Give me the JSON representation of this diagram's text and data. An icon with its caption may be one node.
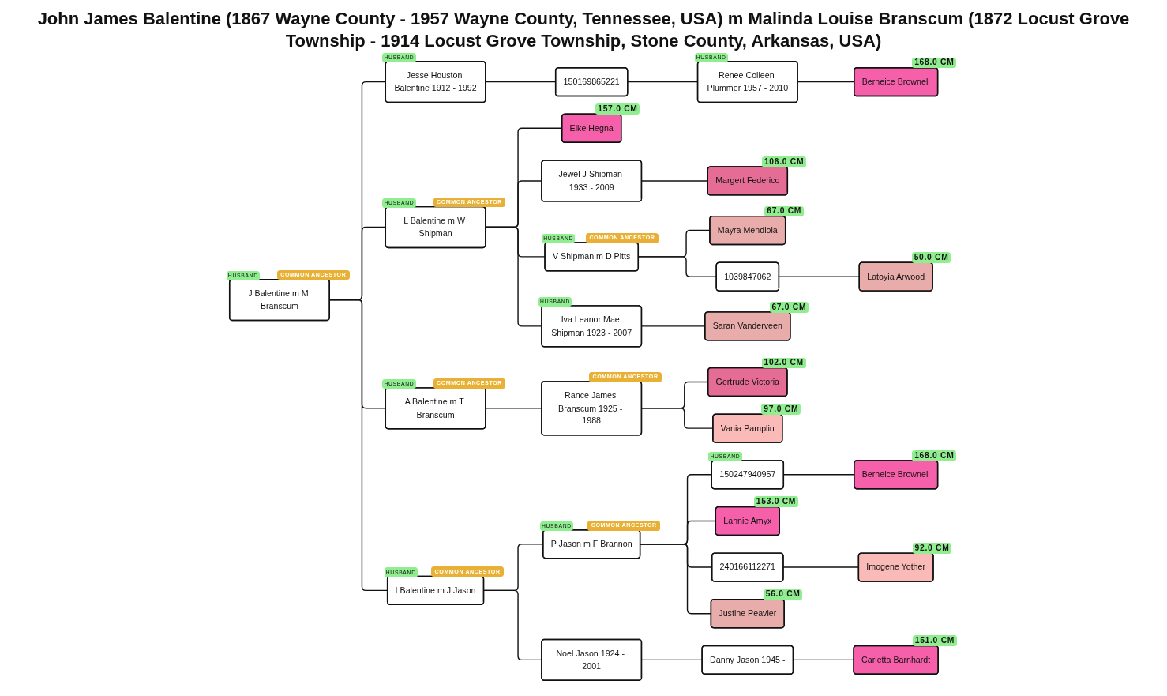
{
  "diagram": {
    "title": "John James Balentine (1867 Wayne County - 1957 Wayne County, Tennessee, USA) m Malinda Louise Branscum (1872 Locust Grove Township - 1914 Locust Grove Township, Stone County, Arkansas, USA)",
    "nodes": [
      {
        "text": [
          "J Balentine m M Branscum"
        ],
        "beside": [
          "HUSBAND",
          "COMMON ANCESTOR"
        ]
      },
      {
        "text": [
          "Jesse Houston Balentine 1912 - 1992"
        ],
        "beside": [
          "HUSBAND"
        ]
      },
      {
        "text": [
          "150169865221"
        ]
      },
      {
        "text": [
          "Renee Colleen Plummer 1957 - 2010"
        ],
        "beside": [
          "HUSBAND"
        ]
      },
      {
        "text": [
          "Berneice Brownell"
        ],
        "beside": [
          "168.0 CM"
        ]
      },
      {
        "text": [
          "L Balentine m W Shipman"
        ],
        "beside": [
          "HUSBAND",
          "COMMON ANCESTOR"
        ]
      },
      {
        "text": [
          "Elke Hegna"
        ],
        "beside": [
          "157.0 CM"
        ]
      },
      {
        "text": [
          "Jewel J Shipman 1933 - 2009"
        ]
      },
      {
        "text": [
          "Margert Federico"
        ],
        "beside": [
          "106.0 CM"
        ]
      },
      {
        "text": [
          "V Shipman m D Pitts"
        ],
        "beside": [
          "HUSBAND",
          "COMMON ANCESTOR"
        ]
      },
      {
        "text": [
          "Mayra Mendiola"
        ],
        "beside": [
          "67.0 CM"
        ]
      },
      {
        "text": [
          "1039847062"
        ]
      },
      {
        "text": [
          "Latoyia Arwood"
        ],
        "beside": [
          "50.0 CM"
        ]
      },
      {
        "text": [
          "Iva Leanor Mae Shipman 1923 - 2007"
        ],
        "beside": [
          "HUSBAND"
        ]
      },
      {
        "text": [
          "Saran Vanderveen"
        ],
        "beside": [
          "67.0 CM"
        ]
      },
      {
        "text": [
          "A Balentine m T Branscum"
        ],
        "beside": [
          "HUSBAND",
          "COMMON ANCESTOR"
        ]
      },
      {
        "text": [
          "Rance James Branscum 1925 - 1988"
        ],
        "beside": [
          "COMMON ANCESTOR"
        ]
      },
      {
        "text": [
          "Gertrude Victoria"
        ],
        "beside": [
          "102.0 CM"
        ]
      },
      {
        "text": [
          "Vania Pamplin"
        ],
        "beside": [
          "97.0 CM"
        ]
      },
      {
        "text": [
          "I Balentine m J Jason"
        ],
        "beside": [
          "HUSBAND",
          "COMMON ANCESTOR"
        ]
      },
      {
        "text": [
          "P Jason m F Brannon"
        ],
        "beside": [
          "HUSBAND",
          "COMMON ANCESTOR"
        ]
      },
      {
        "text": [
          "150247940957"
        ],
        "beside": [
          "HUSBAND"
        ]
      },
      {
        "text": [
          "Berneice Brownell"
        ],
        "beside": [
          "168.0 CM"
        ]
      },
      {
        "text": [
          "Lannie Amyx"
        ],
        "beside": [
          "153.0 CM"
        ]
      },
      {
        "text": [
          "240166112271"
        ]
      },
      {
        "text": [
          "Imogene Yother"
        ],
        "beside": [
          "92.0 CM"
        ]
      },
      {
        "text": [
          "Justine Peavler"
        ],
        "beside": [
          "56.0 CM"
        ]
      },
      {
        "text": [
          "Noel Jason 1924 - 2001"
        ]
      },
      {
        "text": [
          "Danny Jason 1945 -"
        ]
      },
      {
        "text": [
          "Carletta Barnhardt"
        ],
        "beside": [
          "151.0 CM"
        ]
      }
    ],
    "edges": [
      {
        "from": 0,
        "to": 1,
        "arrow": "none"
      },
      {
        "from": 0,
        "to": 5,
        "arrow": "none"
      },
      {
        "from": 0,
        "to": 15,
        "arrow": "none"
      },
      {
        "from": 0,
        "to": 19,
        "arrow": "none"
      },
      {
        "from": 1,
        "to": 2,
        "arrow": "none"
      },
      {
        "from": 2,
        "to": 3,
        "arrow": "none"
      },
      {
        "from": 3,
        "to": 4,
        "arrow": "none"
      },
      {
        "from": 5,
        "to": 6,
        "arrow": "none"
      },
      {
        "from": 5,
        "to": 7,
        "arrow": "none"
      },
      {
        "from": 5,
        "to": 9,
        "arrow": "none"
      },
      {
        "from": 5,
        "to": 13,
        "arrow": "none"
      },
      {
        "from": 7,
        "to": 8,
        "arrow": "none"
      },
      {
        "from": 9,
        "to": 10,
        "arrow": "none"
      },
      {
        "from": 9,
        "to": 11,
        "arrow": "none"
      },
      {
        "from": 11,
        "to": 12,
        "arrow": "none"
      },
      {
        "from": 13,
        "to": 14,
        "arrow": "none"
      },
      {
        "from": 15,
        "to": 16,
        "arrow": "none"
      },
      {
        "from": 16,
        "to": 17,
        "arrow": "none"
      },
      {
        "from": 16,
        "to": 18,
        "arrow": "none"
      },
      {
        "from": 19,
        "to": 20,
        "arrow": "none"
      },
      {
        "from": 19,
        "to": 27,
        "arrow": "none"
      },
      {
        "from": 20,
        "to": 21,
        "arrow": "none"
      },
      {
        "from": 20,
        "to": 23,
        "arrow": "none"
      },
      {
        "from": 20,
        "to": 24,
        "arrow": "none"
      },
      {
        "from": 20,
        "to": 26,
        "arrow": "none"
      },
      {
        "from": 21,
        "to": 22,
        "arrow": "none"
      },
      {
        "from": 24,
        "to": 25,
        "arrow": "none"
      },
      {
        "from": 27,
        "to": 28,
        "arrow": "none"
      },
      {
        "from": 28,
        "to": 29,
        "arrow": "none"
      }
    ]
  }
}
